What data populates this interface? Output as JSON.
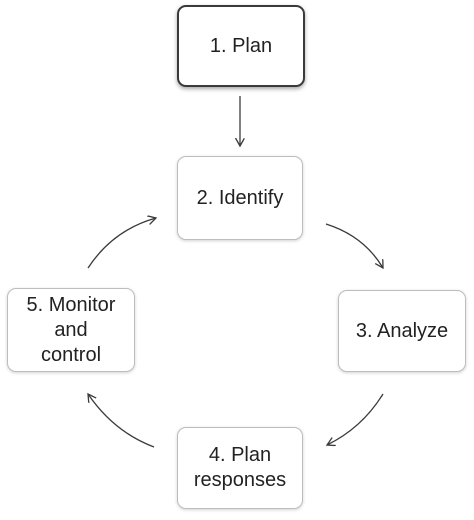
{
  "diagram": {
    "nodes": [
      {
        "id": "plan",
        "label": "1. Plan"
      },
      {
        "id": "identify",
        "label": "2. Identify"
      },
      {
        "id": "analyze",
        "label": "3. Analyze"
      },
      {
        "id": "responses",
        "label": "4. Plan\nresponses"
      },
      {
        "id": "monitor",
        "label": "5. Monitor\nand\ncontrol"
      }
    ],
    "edges": [
      {
        "from": "plan",
        "to": "identify"
      },
      {
        "from": "identify",
        "to": "analyze"
      },
      {
        "from": "analyze",
        "to": "responses"
      },
      {
        "from": "responses",
        "to": "monitor"
      },
      {
        "from": "monitor",
        "to": "identify"
      }
    ],
    "colors": {
      "arrow": "#3a3a3a",
      "box_border": "#bdbdbd",
      "start_border": "#3a3a3a",
      "text": "#222222"
    }
  }
}
